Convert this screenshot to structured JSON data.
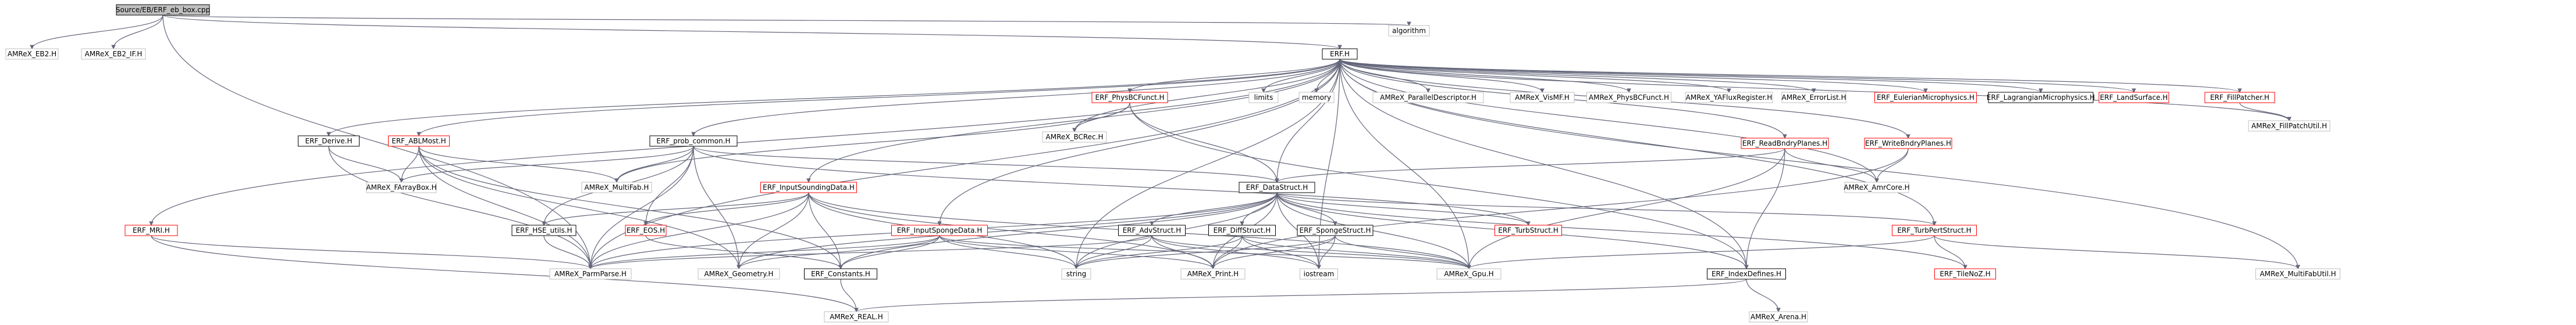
{
  "graph": {
    "colors": {
      "normal": "#bfbfbf",
      "red": "#ff0000",
      "black": "#000000",
      "root_fill": "#bfbfbf",
      "edge": "#63667a"
    },
    "nodes": {
      "root": "Source/EB/ERF_eb_box.cpp",
      "eb2": "AMReX_EB2.H",
      "eb2if": "AMReX_EB2_IF.H",
      "erfh": "ERF.H",
      "algorithm": "algorithm",
      "limits": "limits",
      "memory": "memory",
      "pdesc": "AMReX_ParallelDescriptor.H",
      "visMF": "AMReX_VisMF.H",
      "physbcfunct": "AMReX_PhysBCFunct.H",
      "yafr": "AMReX_YAFluxRegister.H",
      "errlist": "AMReX_ErrorList.H",
      "eulerian": "ERF_EulerianMicrophysics.H",
      "lagrangian": "ERF_LagrangianMicrophysics.H",
      "landsurface": "ERF_LandSurface.H",
      "fillpatcher": "ERF_FillPatcher.H",
      "fillpatchutil": "AMReX_FillPatchUtil.H",
      "erfphysbc": "ERF_PhysBCFunct.H",
      "bcrec": "AMReX_BCRec.H",
      "derive": "ERF_Derive.H",
      "ablmost": "ERF_ABLMost.H",
      "probcommon": "ERF_prob_common.H",
      "farraybox": "AMReX_FArrayBox.H",
      "multifab": "AMReX_MultiFab.H",
      "readbndry": "ERF_ReadBndryPlanes.H",
      "writebndry": "ERF_WriteBndryPlanes.H",
      "amrcore": "AMReX_AmrCore.H",
      "datastruct": "ERF_DataStruct.H",
      "inputsounding": "ERF_InputSoundingData.H",
      "mri": "ERF_MRI.H",
      "hseutils": "ERF_HSE_utils.H",
      "eos": "ERF_EOS.H",
      "inputsponge": "ERF_InputSpongeData.H",
      "advstruct": "ERF_AdvStruct.H",
      "diffstruct": "ERF_DiffStruct.H",
      "spongestruct": "ERF_SpongeStruct.H",
      "turbstruct": "ERF_TurbStruct.H",
      "turbpert": "ERF_TurbPertStruct.H",
      "tileno": "ERF_TileNoZ.H",
      "parmparse": "AMReX_ParmParse.H",
      "geometry": "AMReX_Geometry.H",
      "constants": "ERF_Constants.H",
      "string": "string",
      "print": "AMReX_Print.H",
      "iostream": "iostream",
      "gpu": "AMReX_Gpu.H",
      "indexdefines": "ERF_IndexDefines.H",
      "multifabutil": "AMReX_MultiFabUtil.H",
      "arena": "AMReX_Arena.H",
      "real": "AMReX_REAL.H"
    }
  }
}
